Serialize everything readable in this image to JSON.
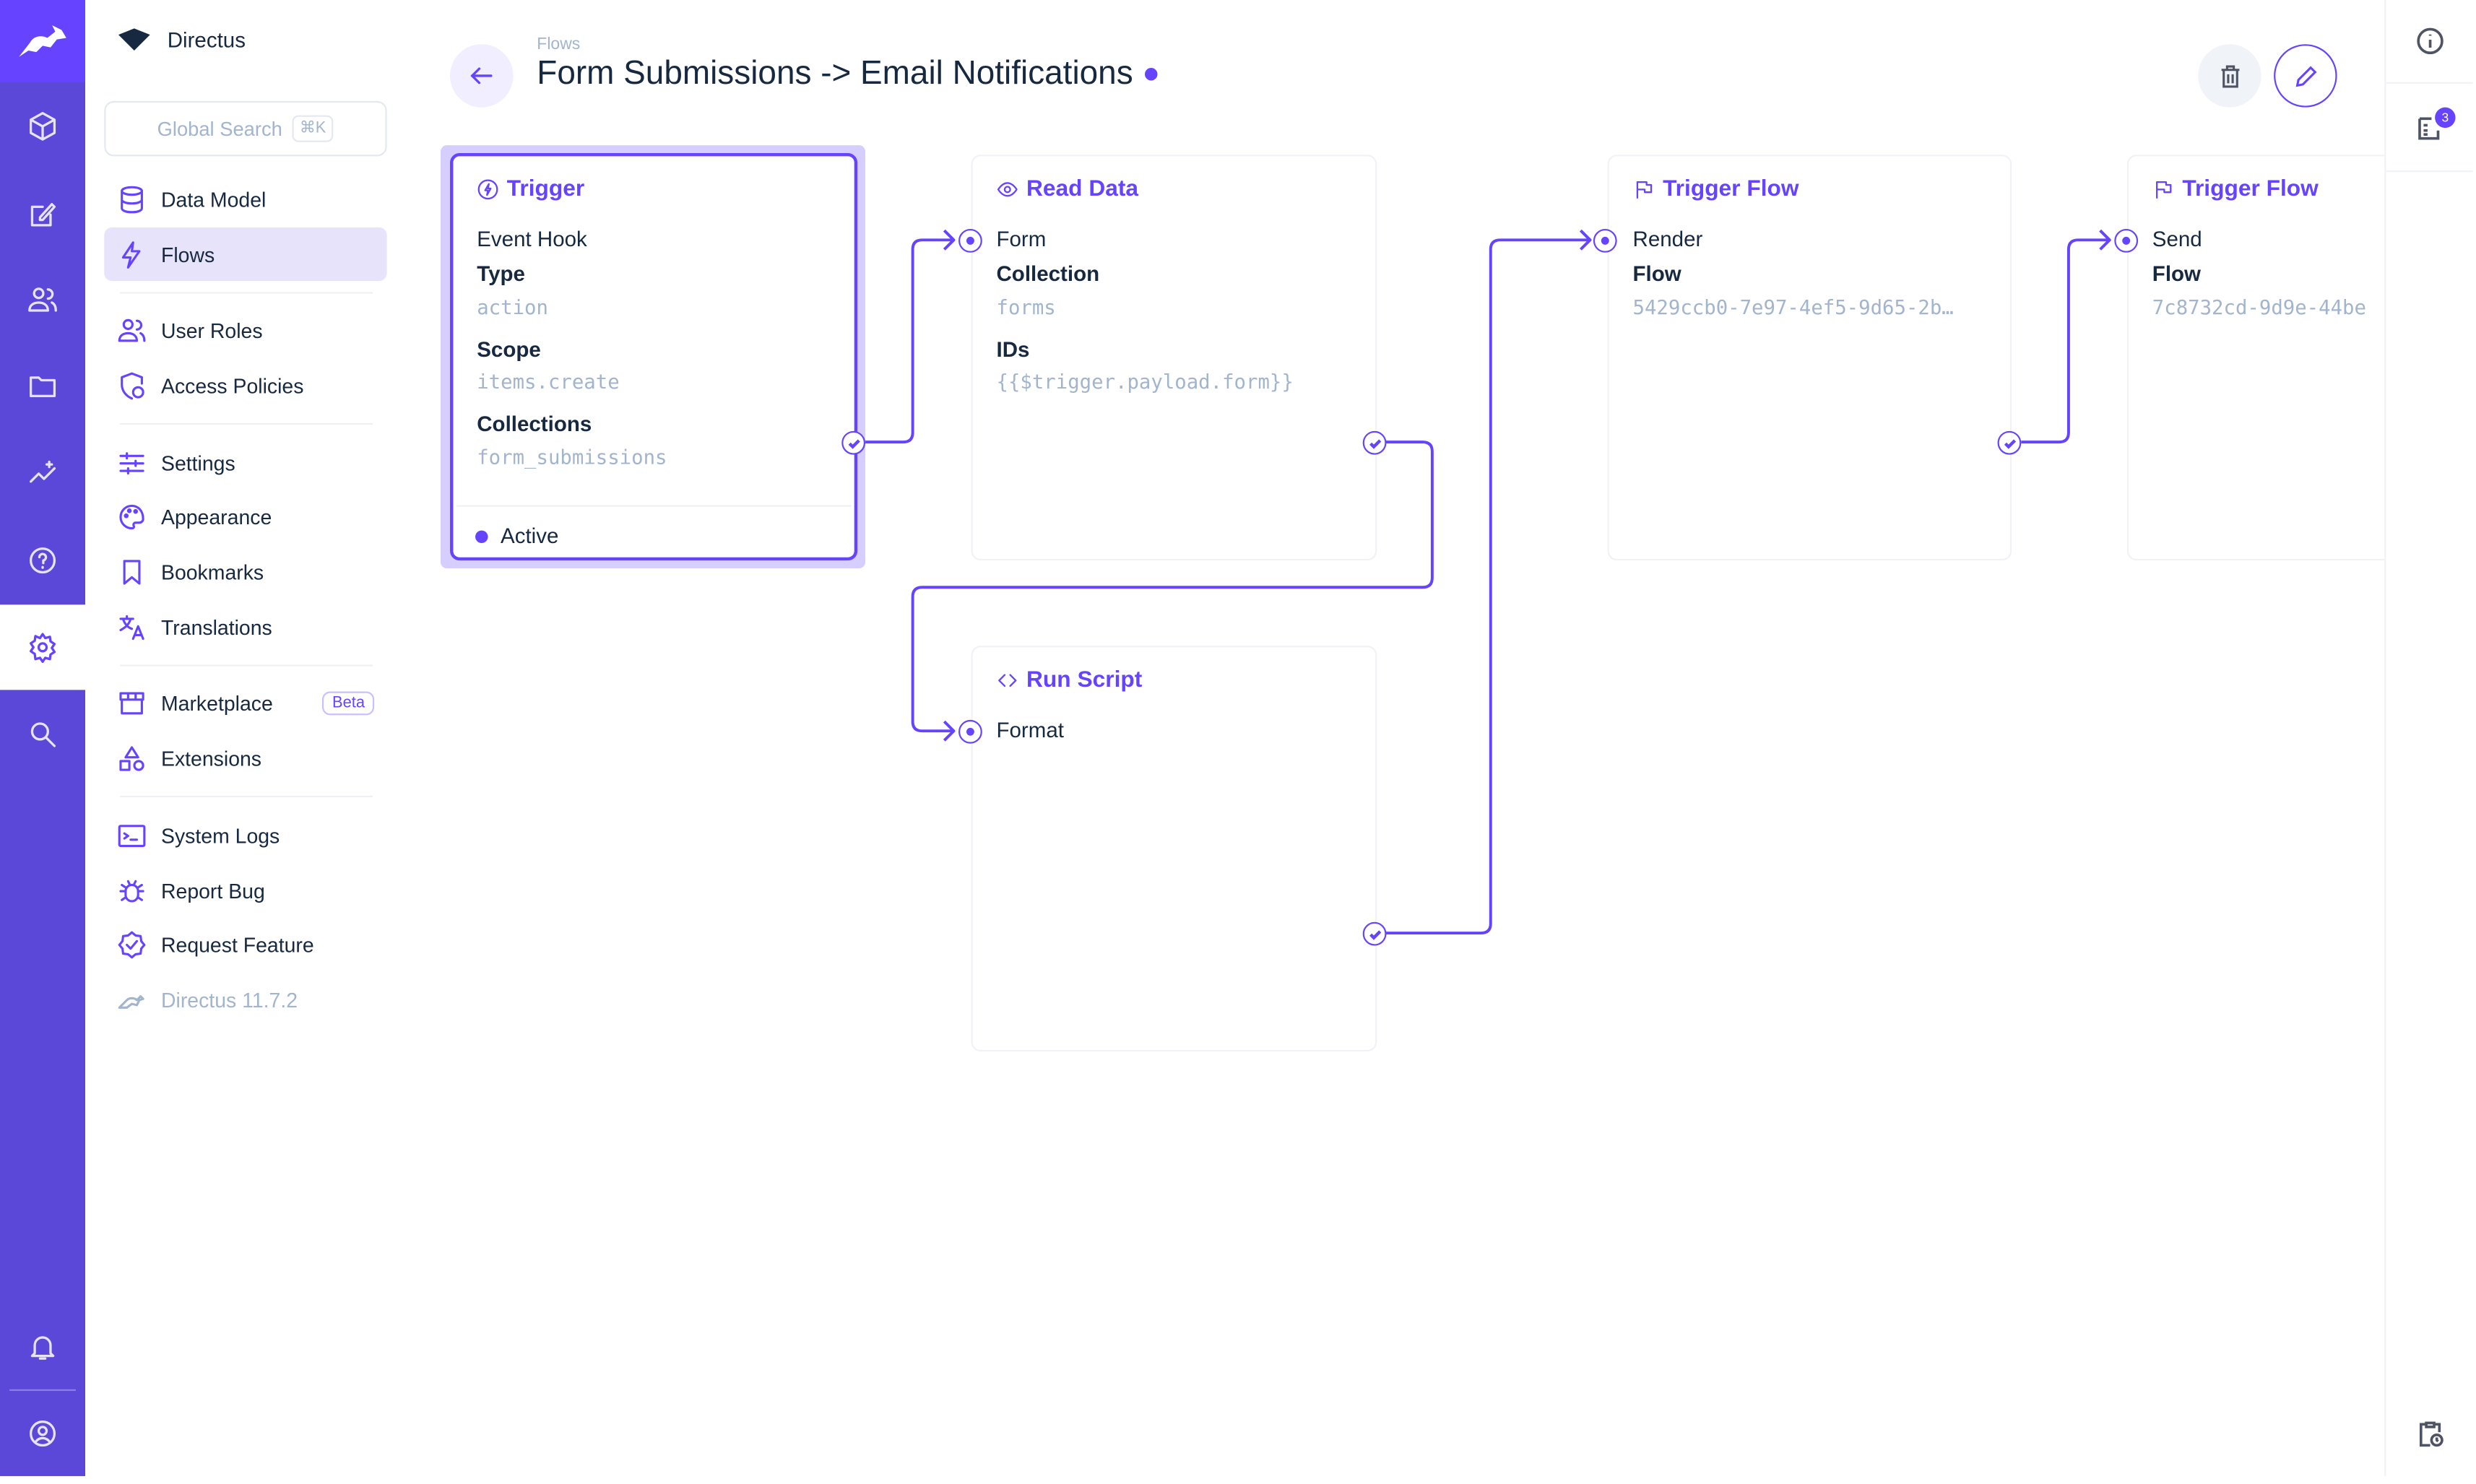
{
  "app": {
    "project_name": "Directus",
    "brand_color": "#6644ff"
  },
  "rail": {
    "items": [
      {
        "icon": "cube-icon"
      },
      {
        "icon": "edit-icon"
      },
      {
        "icon": "users-icon"
      },
      {
        "icon": "folder-icon"
      },
      {
        "icon": "insights-icon"
      },
      {
        "icon": "help-icon"
      },
      {
        "icon": "settings-icon",
        "active": true
      },
      {
        "icon": "search-icon"
      }
    ],
    "bottom": [
      {
        "icon": "bell-icon"
      },
      {
        "icon": "user-icon"
      }
    ]
  },
  "nav": {
    "search_placeholder": "Global Search",
    "search_shortcut": "⌘K",
    "items": [
      {
        "label": "Data Model"
      },
      {
        "label": "Flows",
        "active": true
      },
      {
        "label": "User Roles"
      },
      {
        "label": "Access Policies"
      },
      {
        "label": "Settings"
      },
      {
        "label": "Appearance"
      },
      {
        "label": "Bookmarks"
      },
      {
        "label": "Translations"
      },
      {
        "label": "Marketplace",
        "badge": "Beta"
      },
      {
        "label": "Extensions"
      },
      {
        "label": "System Logs"
      },
      {
        "label": "Report Bug"
      },
      {
        "label": "Request Feature"
      }
    ],
    "version": "Directus 11.7.2"
  },
  "header": {
    "breadcrumb": "Flows",
    "title": "Form Submissions -> Email Notifications",
    "status_color": "#6644ff"
  },
  "flow": {
    "trigger": {
      "title": "Trigger",
      "subtitle": "Event Hook",
      "fields": [
        {
          "label": "Type",
          "value": "action"
        },
        {
          "label": "Scope",
          "value": "items.create"
        },
        {
          "label": "Collections",
          "value": "form_submissions"
        }
      ],
      "status": "Active"
    },
    "read_data": {
      "title": "Read Data",
      "key": "Form",
      "fields": [
        {
          "label": "Collection",
          "value": "forms"
        },
        {
          "label": "IDs",
          "value": "{{$trigger.payload.form}}"
        }
      ]
    },
    "run_script": {
      "title": "Run Script",
      "key": "Format"
    },
    "trigger_flow_1": {
      "title": "Trigger Flow",
      "key": "Render",
      "fields": [
        {
          "label": "Flow",
          "value": "5429ccb0-7e97-4ef5-9d65-2b…"
        }
      ]
    },
    "trigger_flow_2": {
      "title": "Trigger Flow",
      "key": "Send",
      "fields": [
        {
          "label": "Flow",
          "value": "7c8732cd-9d9e-44be"
        }
      ]
    }
  },
  "right_sidebar": {
    "logs_badge": "3"
  }
}
